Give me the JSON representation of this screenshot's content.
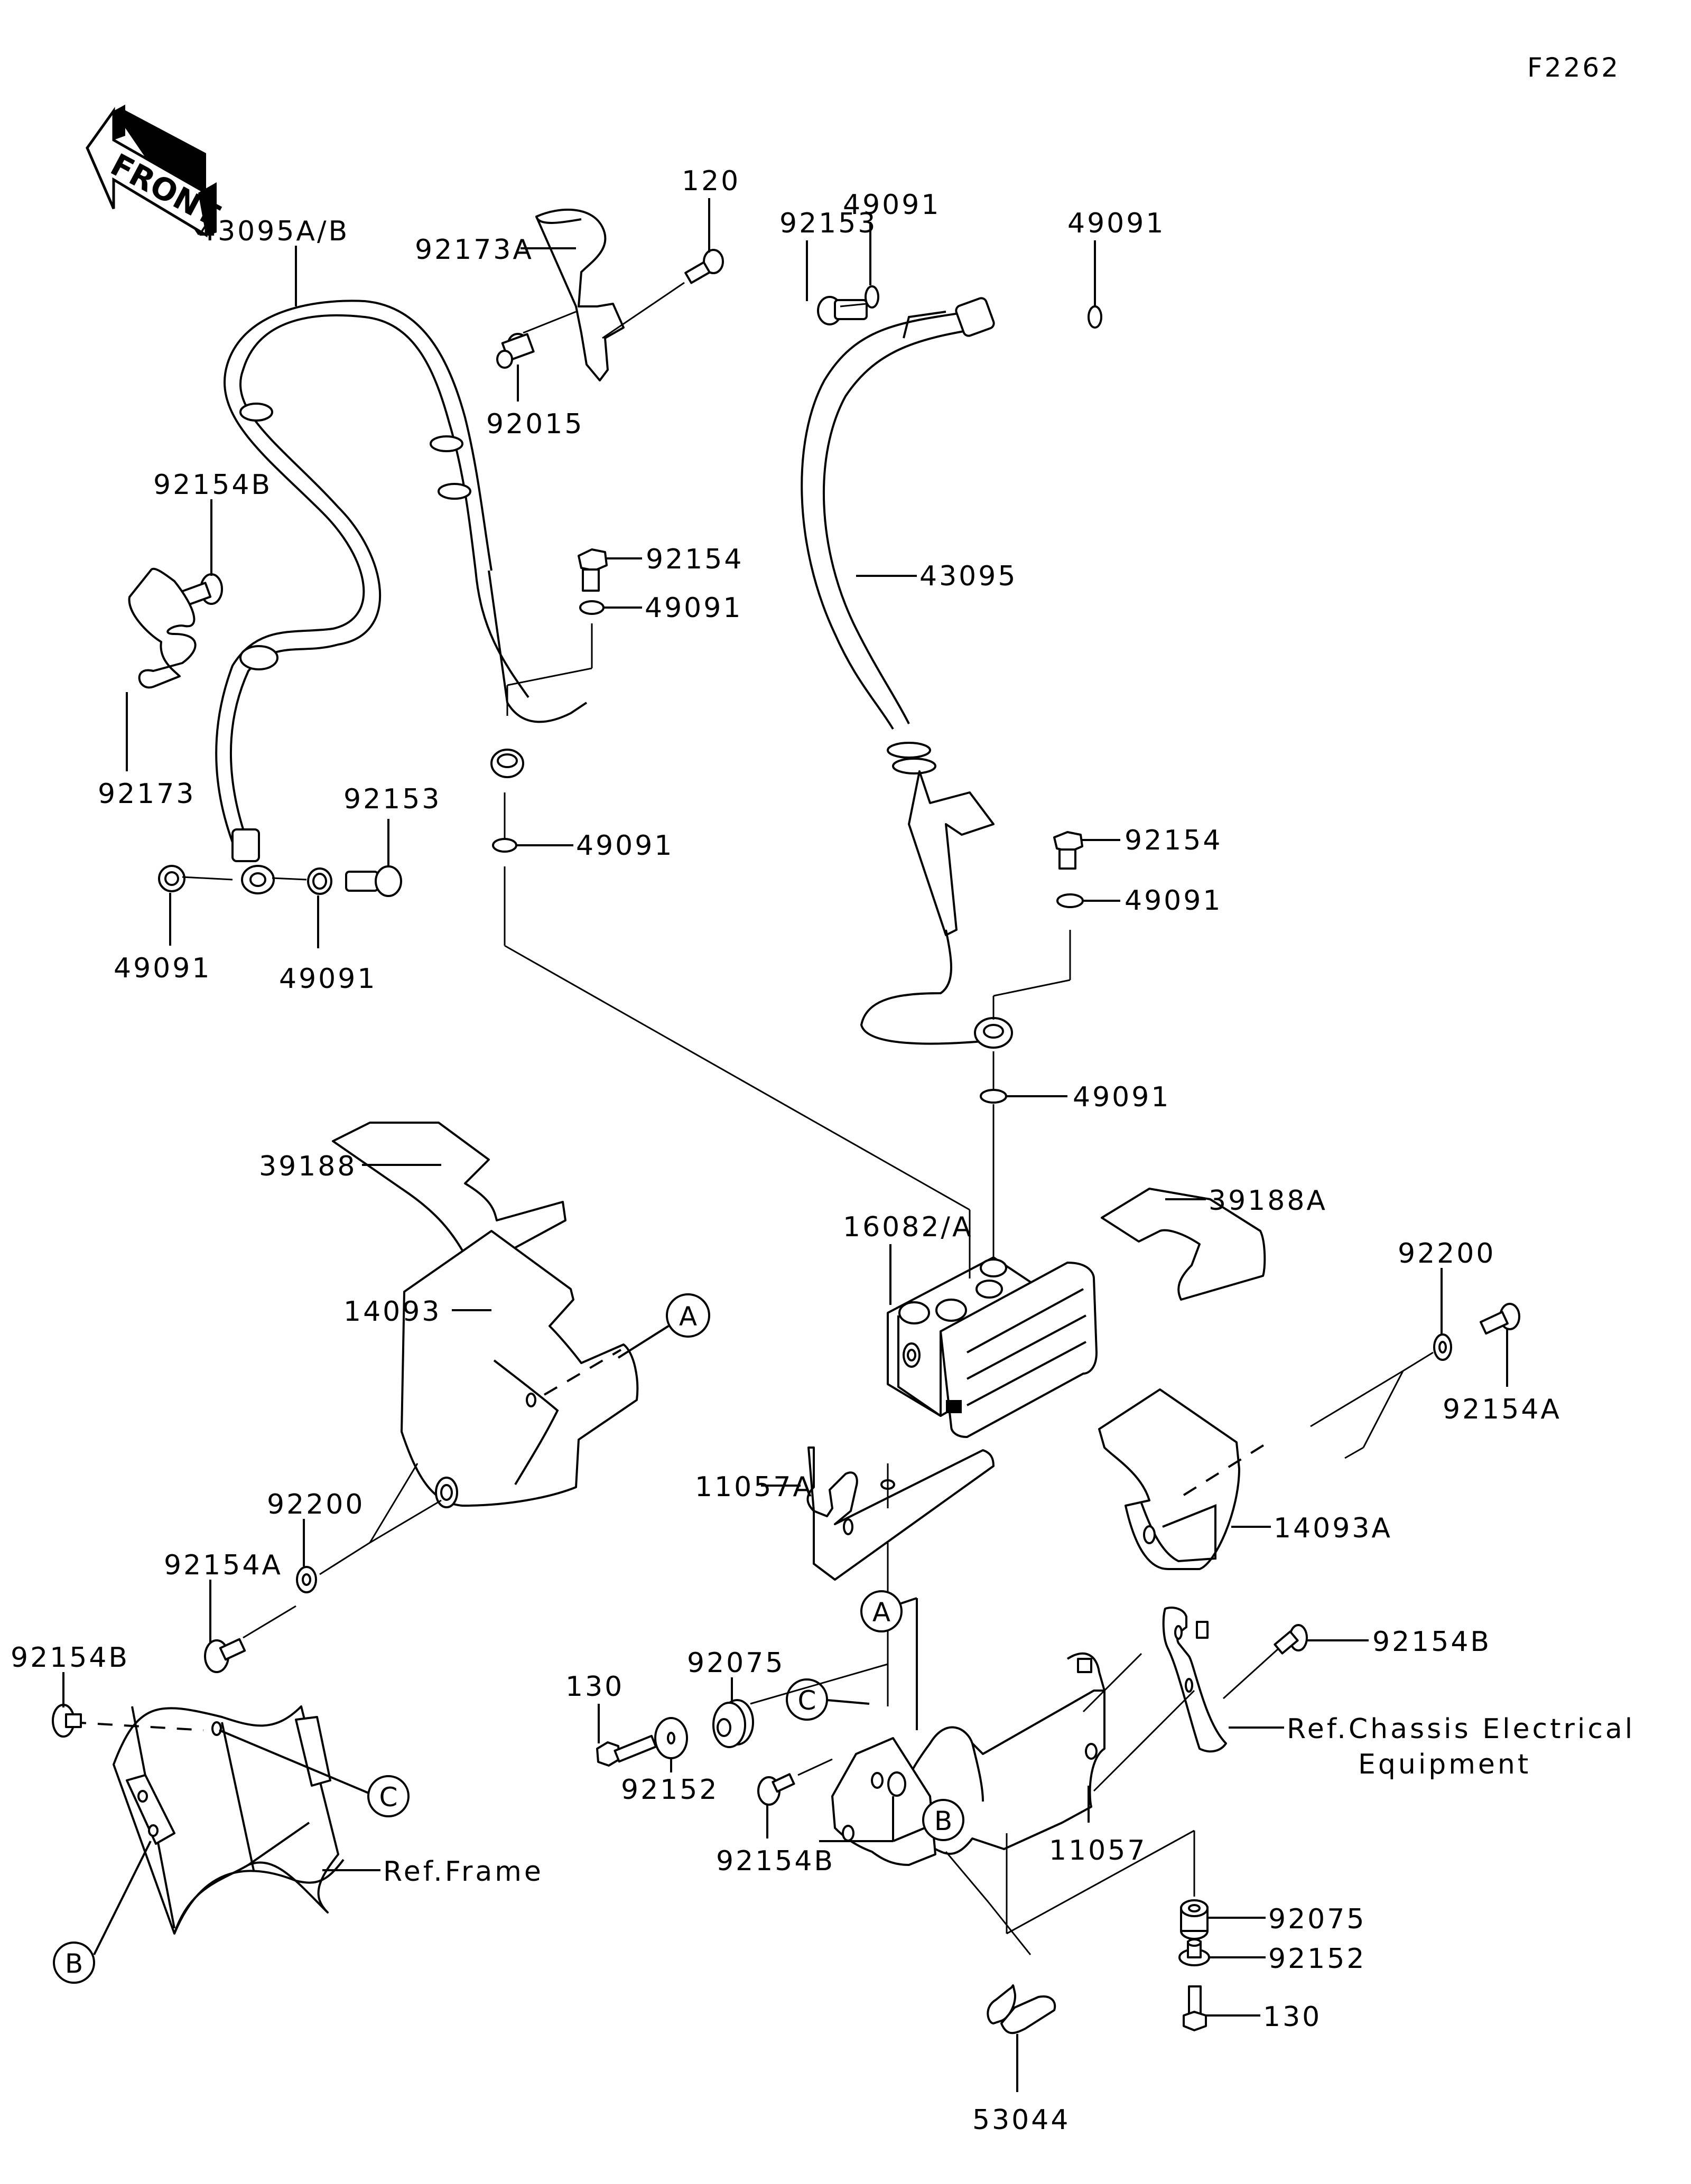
{
  "figure_id": "F2262",
  "orientation_badge": {
    "icon": "front-arrow-icon",
    "text": "FRONT"
  },
  "labels": {
    "hose_front_left": "43095A/B",
    "clamp_92173A": "92173A",
    "bolt_120": "120",
    "collar_92015": "92015",
    "bolt_92153_top": "92153",
    "washer_49091_top_a": "49091",
    "washer_49091_top_b": "49091",
    "bolt_92154B_left": "92154B",
    "clamp_92173": "92173",
    "bolt_92153_left": "92153",
    "washer_49091_left_a": "49091",
    "washer_49091_left_b": "49091",
    "bolt_92154_mid": "92154",
    "washer_49091_mid_a": "49091",
    "washer_49091_mid_b": "49091",
    "hose_43095": "43095",
    "bolt_92154_right": "92154",
    "washer_49091_right_a": "49091",
    "washer_49091_right_b": "49091",
    "pad_39188": "39188",
    "pad_39188A": "39188A",
    "cover_14093": "14093",
    "cover_14093A": "14093A",
    "abs_unit": "16082/A",
    "washer_92200_right": "92200",
    "bolt_92154A_right": "92154A",
    "washer_92200_left": "92200",
    "bolt_92154A_left": "92154A",
    "bracket_11057A": "11057A",
    "bracket_11057": "11057",
    "bolt_92154B_frame": "92154B",
    "bolt_92154B_right": "92154B",
    "bolt_92154B_bottom": "92154B",
    "damper_92075_left": "92075",
    "damper_92075_right": "92075",
    "collar_92152_left": "92152",
    "collar_92152_right": "92152",
    "bolt_130_left": "130",
    "bolt_130_right": "130",
    "clamp_53044": "53044",
    "ref_frame": "Ref.Frame",
    "ref_chassis_line1": "Ref.Chassis Electrical",
    "ref_chassis_line2": "Equipment"
  },
  "callouts": {
    "A_cover": "A",
    "A_bracket": "A",
    "B_frame": "B",
    "B_bracket": "B",
    "C_frame": "C",
    "C_bracket": "C"
  }
}
